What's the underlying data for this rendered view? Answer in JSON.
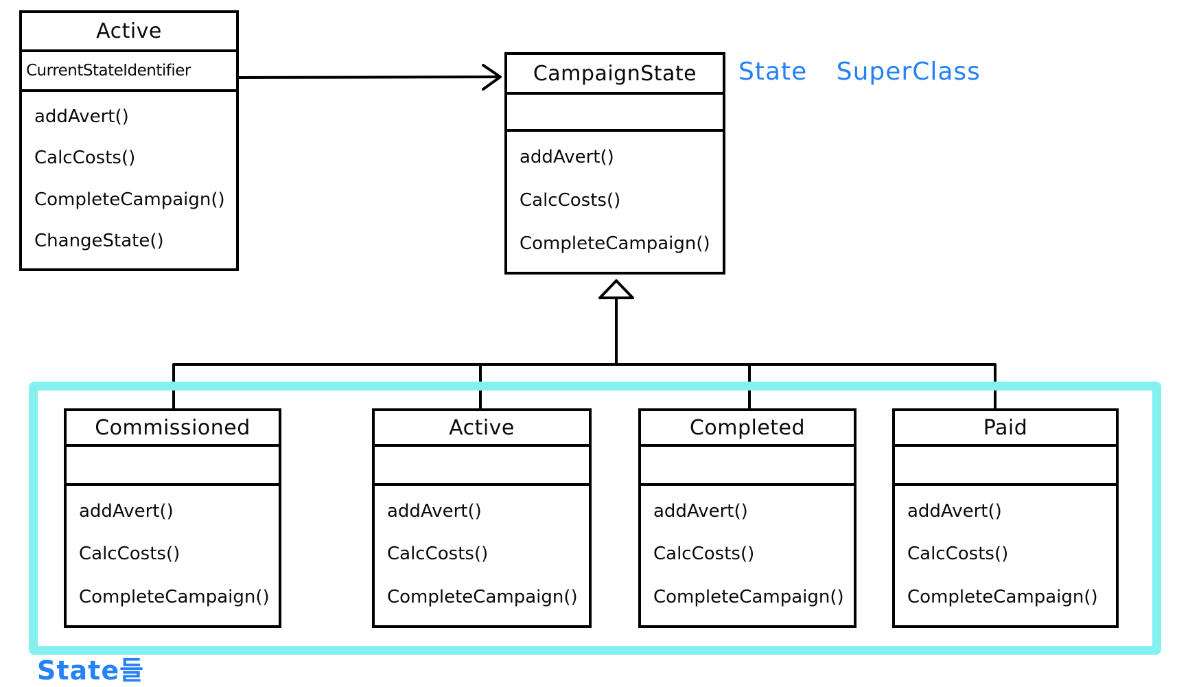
{
  "colors": {
    "ink": "#000000",
    "annotation_blue": "#2581F6",
    "highlight_cyan": "#85F0F0",
    "background": "#FFFFFF"
  },
  "classes": {
    "client": {
      "title": "Active",
      "attributes": [
        "CurrentStateIdentifier"
      ],
      "methods": [
        "addAvert()",
        "CalcCosts()",
        "CompleteCampaign()",
        "ChangeState()"
      ]
    },
    "superclass": {
      "title": "CampaignState",
      "attributes": [],
      "methods": [
        "addAvert()",
        "CalcCosts()",
        "CompleteCampaign()"
      ]
    },
    "subclasses": [
      {
        "title": "Commissioned",
        "attributes": [],
        "methods": [
          "addAvert()",
          "CalcCosts()",
          "CompleteCampaign()"
        ]
      },
      {
        "title": "Active",
        "attributes": [],
        "methods": [
          "addAvert()",
          "CalcCosts()",
          "CompleteCampaign()"
        ]
      },
      {
        "title": "Completed",
        "attributes": [],
        "methods": [
          "addAvert()",
          "CalcCosts()",
          "CompleteCampaign()"
        ]
      },
      {
        "title": "Paid",
        "attributes": [],
        "methods": [
          "addAvert()",
          "CalcCosts()",
          "CompleteCampaign()"
        ]
      }
    ]
  },
  "annotations": {
    "superclass_label": "State SuperClass",
    "states_label": "State들"
  },
  "relationships": {
    "association": "Active.CurrentStateIdentifier -> CampaignState",
    "inheritance": "Commissioned, Active, Completed, Paid -> CampaignState"
  }
}
